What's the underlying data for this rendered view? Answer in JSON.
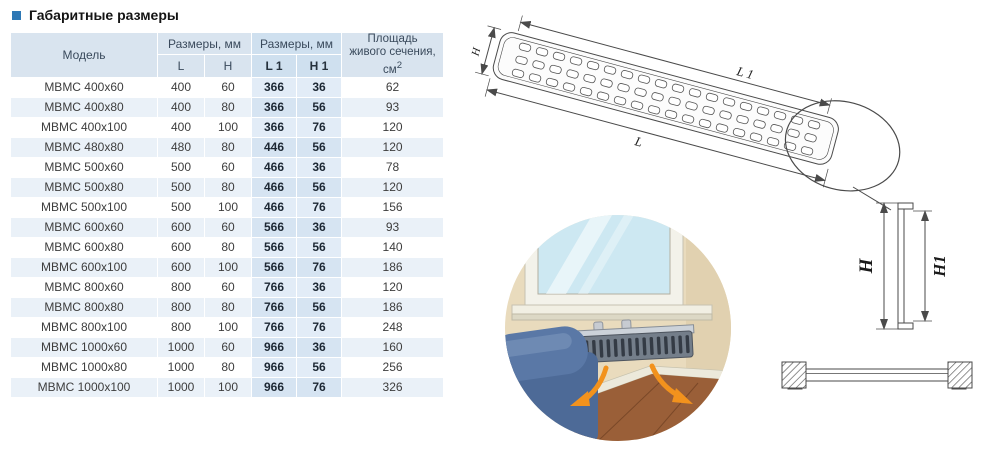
{
  "title": "Габаритные размеры",
  "table": {
    "header": {
      "model": "Модель",
      "sizes_lh": "Размеры, мм",
      "sizes_l1h1": "Размеры, мм",
      "area": "Площадь живого сечения, см",
      "area_sup": "2",
      "sub_l": "L",
      "sub_h": "H",
      "sub_l1": "L 1",
      "sub_h1": "H 1"
    },
    "highlight": {
      "row": 1,
      "col": "l"
    },
    "rows": [
      {
        "model": "МВМС 400x60",
        "l": "400",
        "h": "60",
        "l1": "366",
        "h1": "36",
        "area": "62"
      },
      {
        "model": "МВМС 400x80",
        "l": "400",
        "h": "80",
        "l1": "366",
        "h1": "56",
        "area": "93"
      },
      {
        "model": "МВМС 400x100",
        "l": "400",
        "h": "100",
        "l1": "366",
        "h1": "76",
        "area": "120"
      },
      {
        "model": "МВМС 480x80",
        "l": "480",
        "h": "80",
        "l1": "446",
        "h1": "56",
        "area": "120"
      },
      {
        "model": "МВМС 500x60",
        "l": "500",
        "h": "60",
        "l1": "466",
        "h1": "36",
        "area": "78"
      },
      {
        "model": "МВМС 500x80",
        "l": "500",
        "h": "80",
        "l1": "466",
        "h1": "56",
        "area": "120"
      },
      {
        "model": "МВМС 500x100",
        "l": "500",
        "h": "100",
        "l1": "466",
        "h1": "76",
        "area": "156"
      },
      {
        "model": "МВМС 600x60",
        "l": "600",
        "h": "60",
        "l1": "566",
        "h1": "36",
        "area": "93"
      },
      {
        "model": "МВМС 600x80",
        "l": "600",
        "h": "80",
        "l1": "566",
        "h1": "56",
        "area": "140"
      },
      {
        "model": "МВМС 600x100",
        "l": "600",
        "h": "100",
        "l1": "566",
        "h1": "76",
        "area": "186"
      },
      {
        "model": "МВМС 800x60",
        "l": "800",
        "h": "60",
        "l1": "766",
        "h1": "36",
        "area": "120"
      },
      {
        "model": "МВМС 800x80",
        "l": "800",
        "h": "80",
        "l1": "766",
        "h1": "56",
        "area": "186"
      },
      {
        "model": "МВМС 800x100",
        "l": "800",
        "h": "100",
        "l1": "766",
        "h1": "76",
        "area": "248"
      },
      {
        "model": "МВМС 1000x60",
        "l": "1000",
        "h": "60",
        "l1": "966",
        "h1": "36",
        "area": "160"
      },
      {
        "model": "МВМС 1000x80",
        "l": "1000",
        "h": "80",
        "l1": "966",
        "h1": "56",
        "area": "256"
      },
      {
        "model": "МВМС 1000x100",
        "l": "1000",
        "h": "100",
        "l1": "966",
        "h1": "76",
        "area": "326"
      }
    ]
  },
  "diagram": {
    "label_l": "L",
    "label_l1": "L 1",
    "label_h": "H",
    "section_h": "H",
    "section_h1": "H1"
  },
  "colors": {
    "accent_blue": "#2e78b5",
    "header_bg": "#d9e4ef",
    "row_alt_bg": "#eaf1f8",
    "tint_col_bg": "#e2ecf7",
    "arrow_orange": "#f2921d",
    "sofa_blue": "#56739f",
    "floor_brown": "#9a5f38"
  }
}
